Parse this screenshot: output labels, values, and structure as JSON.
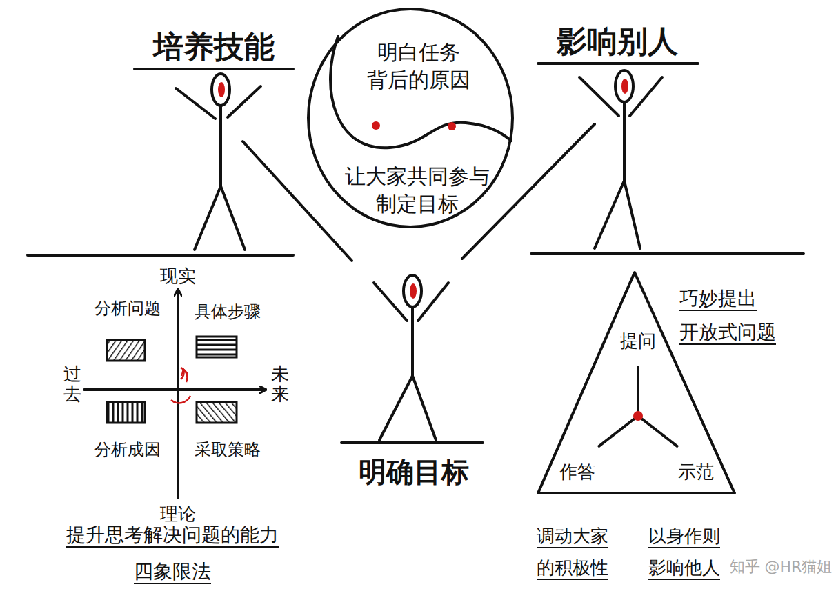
{
  "diagram": {
    "nodes": [
      {
        "text": [
          "明白任务 背后的原因",
          "让大家共同参与 制定目标"
        ]
      },
      {
        "text": [
          "提问",
          "作答",
          "示范"
        ]
      }
    ],
    "labels": [
      "培养技能",
      "影响别人",
      "明确目标",
      "现实",
      "分析问题",
      "具体步骤",
      "过去",
      "未来",
      "分析成因",
      "采取策略",
      "理论",
      "提升思考解决问题的能力",
      "四象限法",
      "巧妙提出 开放式问题",
      "调动大家 的积极性",
      "以身作则 影响他人",
      "知乎 @HR猫姐"
    ]
  }
}
